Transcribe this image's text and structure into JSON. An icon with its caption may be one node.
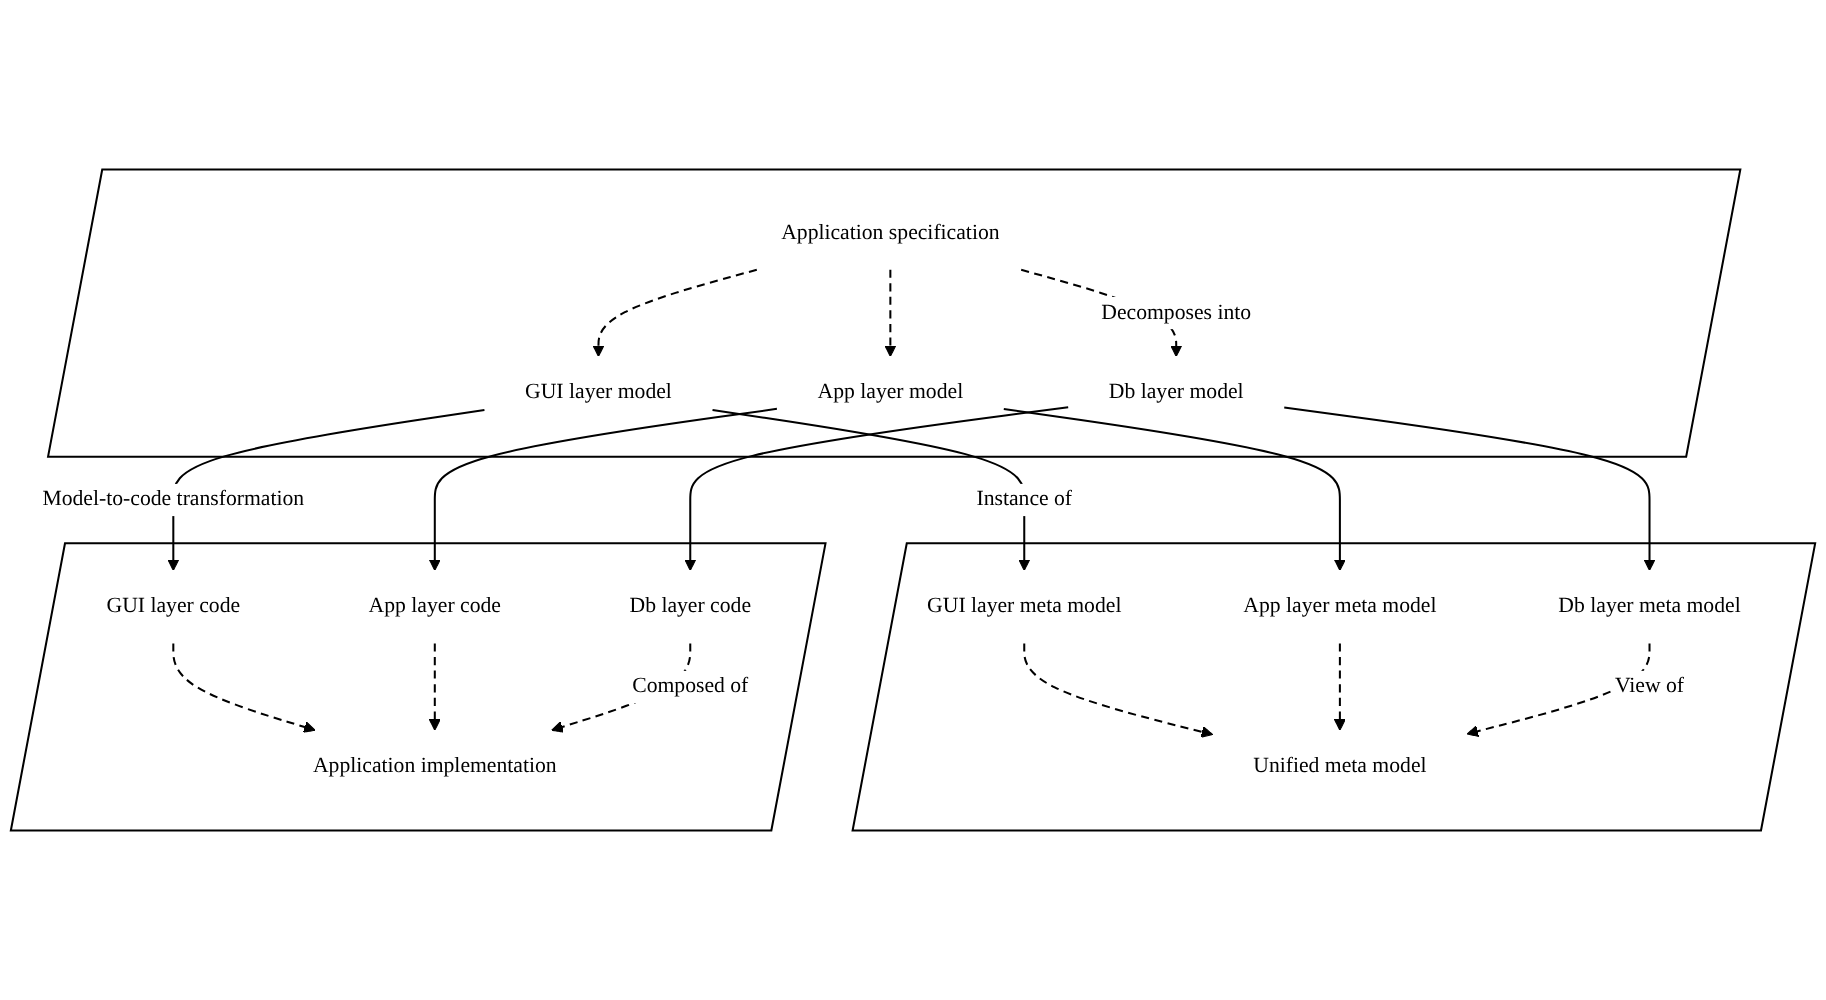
{
  "diagram": {
    "nodes": [
      {
        "text": [],
        "shape": "parallelogram"
      },
      {
        "text": [
          "Unified meta model"
        ],
        "in": 0
      },
      {
        "text": [
          "GUI layer meta model"
        ],
        "in": 0
      },
      {
        "text": [
          "App layer meta model"
        ],
        "in": 0
      },
      {
        "text": [
          "Db layer meta model"
        ],
        "in": 0
      },
      {
        "text": [],
        "shape": "parallelogram"
      },
      {
        "text": [
          "Application specification"
        ],
        "in": 5
      },
      {
        "text": [
          "GUI layer model"
        ],
        "in": 5
      },
      {
        "text": [
          "App layer model"
        ],
        "in": 5
      },
      {
        "text": [
          "Db layer model"
        ],
        "in": 5
      },
      {
        "text": [],
        "shape": "parallelogram"
      },
      {
        "text": [
          "GUI layer code"
        ],
        "in": 10
      },
      {
        "text": [
          "App layer code"
        ],
        "in": 10
      },
      {
        "text": [
          "Db layer code"
        ],
        "in": 10
      },
      {
        "text": [
          "Application implementation"
        ],
        "in": 10
      }
    ],
    "edges": [
      {
        "from": 2,
        "to": 1,
        "arrow": "to",
        "style": "dashed"
      },
      {
        "from": 3,
        "to": 1,
        "arrow": "to",
        "style": "dashed"
      },
      {
        "from": 4,
        "to": 1,
        "arrow": "to",
        "style": "dashed",
        "label": "View of"
      },
      {
        "from": 7,
        "to": 2,
        "arrow": "to",
        "label": "Instance of"
      },
      {
        "from": 8,
        "to": 3,
        "arrow": "to"
      },
      {
        "from": 9,
        "to": 4,
        "arrow": "to"
      },
      {
        "from": 6,
        "to": 7,
        "arrow": "to",
        "style": "dashed"
      },
      {
        "from": 6,
        "to": 8,
        "arrow": "to",
        "style": "dashed"
      },
      {
        "from": 6,
        "to": 9,
        "arrow": "to",
        "style": "dashed",
        "label": "Decomposes into"
      },
      {
        "from": 7,
        "to": 11,
        "arrow": "to",
        "label": "Model-to-code transformation"
      },
      {
        "from": 8,
        "to": 12,
        "arrow": "to"
      },
      {
        "from": 9,
        "to": 13,
        "arrow": "to"
      },
      {
        "from": 11,
        "to": 14,
        "arrow": "to",
        "style": "dashed"
      },
      {
        "from": 12,
        "to": 14,
        "arrow": "to",
        "style": "dashed"
      },
      {
        "from": 13,
        "to": 14,
        "arrow": "to",
        "style": "dashed",
        "label": "Composed of"
      }
    ]
  }
}
